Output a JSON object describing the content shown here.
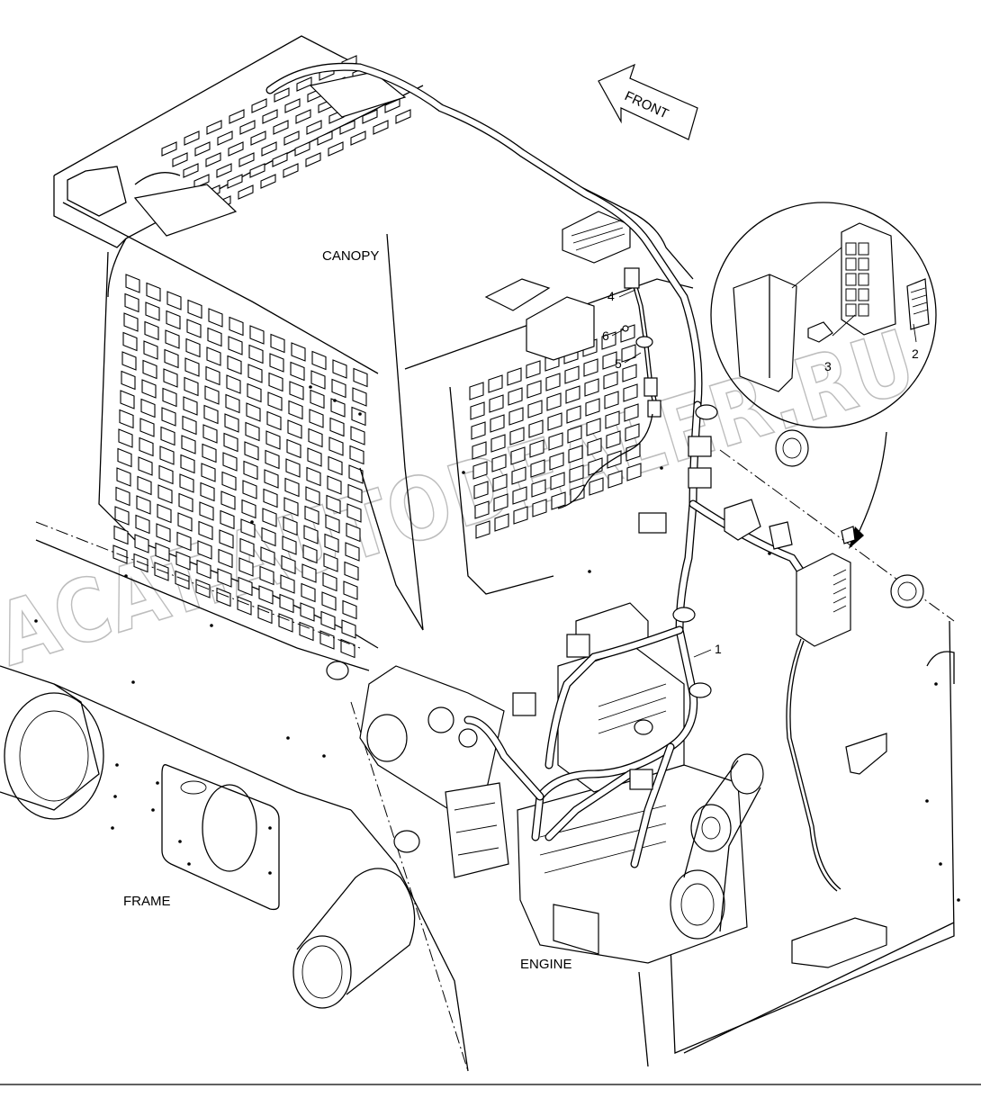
{
  "labels": {
    "canopy": "CANOPY",
    "frame": "FRAME",
    "engine": "ENGINE",
    "front": "FRONT"
  },
  "callouts": {
    "c1": "1",
    "c2": "2",
    "c3": "3",
    "c4": "4",
    "c5": "5",
    "c6": "6"
  },
  "watermark": "ACAT.AUTODEALER.RU"
}
